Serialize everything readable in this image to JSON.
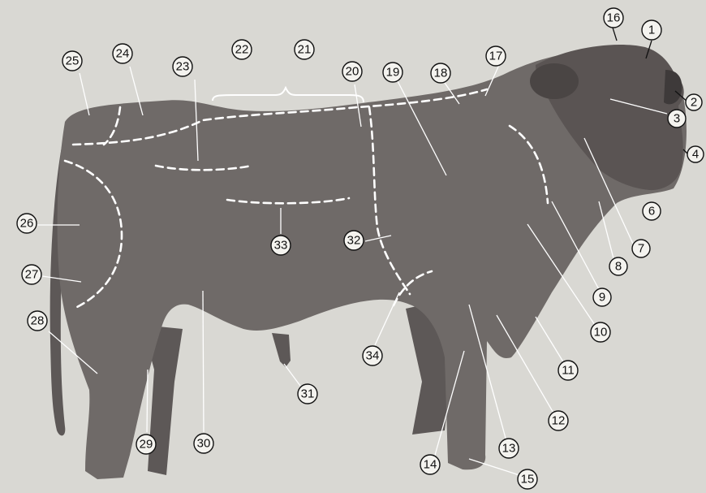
{
  "figure": {
    "subject": "bull",
    "colors": {
      "background": "#d9d8d3",
      "body": "#6f6a68",
      "body_shadow": "#5d5857",
      "head": "#5a5453",
      "seam": "#ffffff",
      "callout_fill": "#f4f3ef"
    }
  },
  "callouts": [
    {
      "id": "c1",
      "label": "1"
    },
    {
      "id": "c2",
      "label": "2"
    },
    {
      "id": "c3",
      "label": "3"
    },
    {
      "id": "c4",
      "label": "4"
    },
    {
      "id": "c6",
      "label": "6"
    },
    {
      "id": "c7",
      "label": "7"
    },
    {
      "id": "c8",
      "label": "8"
    },
    {
      "id": "c9",
      "label": "9"
    },
    {
      "id": "c10",
      "label": "10"
    },
    {
      "id": "c11",
      "label": "11"
    },
    {
      "id": "c12",
      "label": "12"
    },
    {
      "id": "c13",
      "label": "13"
    },
    {
      "id": "c14",
      "label": "14"
    },
    {
      "id": "c15",
      "label": "15"
    },
    {
      "id": "c16",
      "label": "16"
    },
    {
      "id": "c17",
      "label": "17"
    },
    {
      "id": "c18",
      "label": "18"
    },
    {
      "id": "c19",
      "label": "19"
    },
    {
      "id": "c20",
      "label": "20"
    },
    {
      "id": "c21",
      "label": "21"
    },
    {
      "id": "c22",
      "label": "22"
    },
    {
      "id": "c23",
      "label": "23"
    },
    {
      "id": "c24",
      "label": "24"
    },
    {
      "id": "c25",
      "label": "25"
    },
    {
      "id": "c26",
      "label": "26"
    },
    {
      "id": "c27",
      "label": "27"
    },
    {
      "id": "c28",
      "label": "28"
    },
    {
      "id": "c29",
      "label": "29"
    },
    {
      "id": "c30",
      "label": "30"
    },
    {
      "id": "c31",
      "label": "31"
    },
    {
      "id": "c32",
      "label": "32"
    },
    {
      "id": "c33",
      "label": "33"
    },
    {
      "id": "c34",
      "label": "34"
    }
  ]
}
